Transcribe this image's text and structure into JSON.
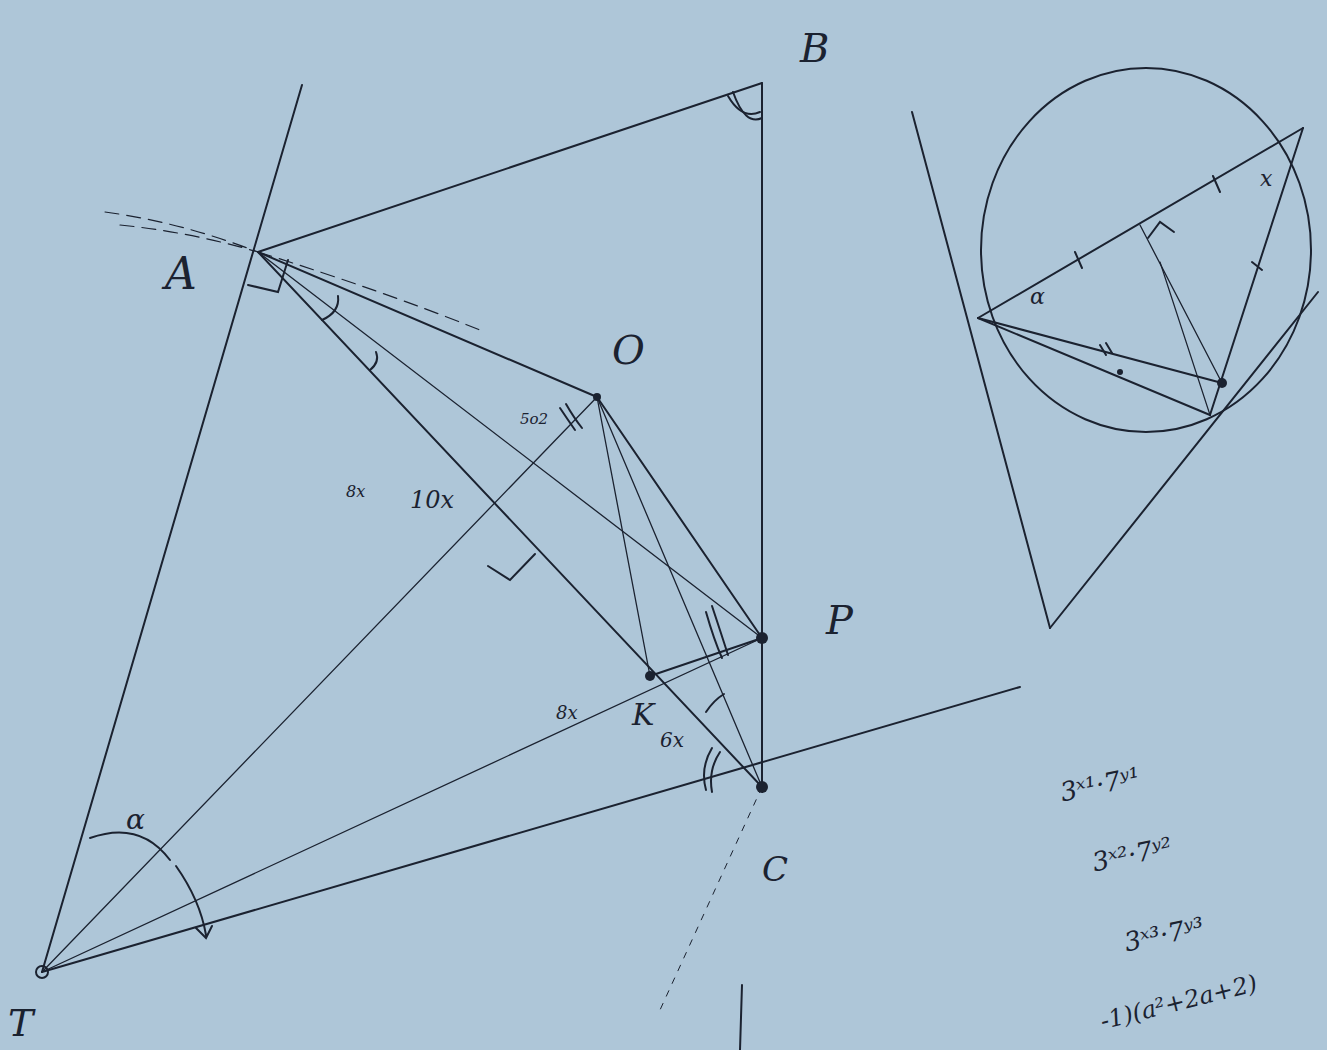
{
  "diagram": {
    "labels": [
      "B",
      "A",
      "O",
      "P",
      "K",
      "C",
      "T",
      "8x",
      "10x",
      "8x",
      "6x",
      "5o2",
      "α",
      "α",
      "x",
      "3ˣ¹·7ʸ¹",
      "3ˣ²·7ʸ²",
      "3ˣ³·7ʸ³",
      "-1)(a²+2a+2)"
    ]
  }
}
